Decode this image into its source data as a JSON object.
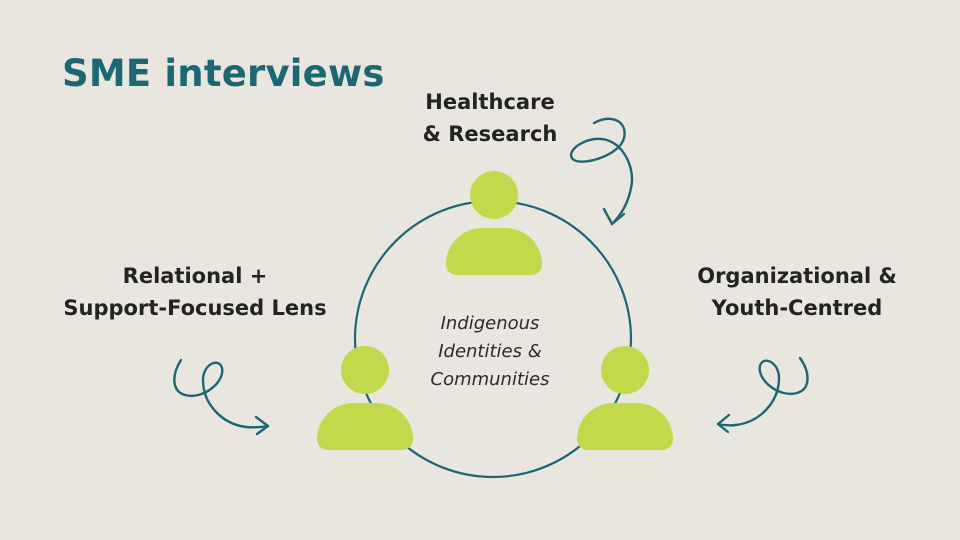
{
  "slide": {
    "title": "SME interviews",
    "lenses": {
      "top": {
        "line1": "Healthcare",
        "line2": "& Research"
      },
      "left": {
        "line1": "Relational +",
        "line2": "Support-Focused Lens"
      },
      "right": {
        "line1": "Organizational &",
        "line2": "Youth-Centred"
      }
    },
    "center": {
      "line1": "Indigenous",
      "line2": "Identities &",
      "line3": "Communities"
    },
    "icons": {
      "people": "person-icon",
      "arrows": "curly-arrow-icon"
    },
    "colors": {
      "background": "#e9e6e0",
      "accent_teal": "#1d6775",
      "person_green": "#c1d94b",
      "text_dark": "#232323"
    }
  }
}
